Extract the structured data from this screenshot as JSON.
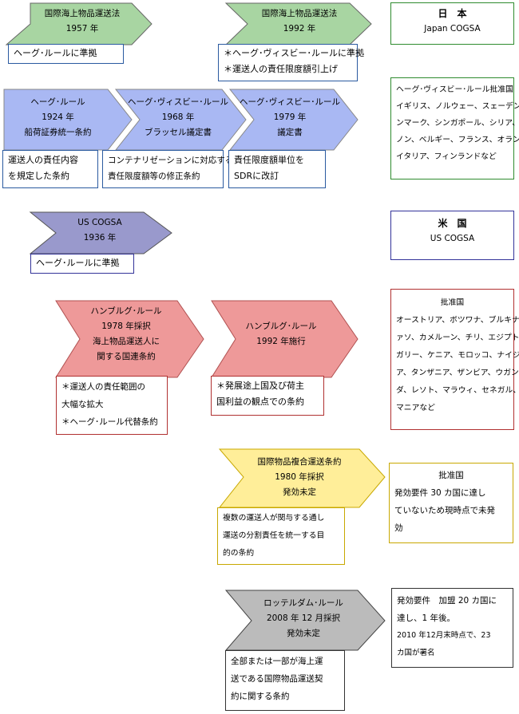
{
  "colors": {
    "green": "#a8d5a2",
    "blue": "#a9b8f3",
    "purple": "#9999cc",
    "red": "#ee9999",
    "yellow": "#ffee99",
    "gray": "#bbbbbb"
  },
  "row1": {
    "arrow1": {
      "name": "国際海上物品運送法",
      "year": "1957 年"
    },
    "note1": "ヘーグ･ルールに準拠",
    "arrow2": {
      "name": "国際海上物品運送法",
      "year": "1992 年"
    },
    "note2": [
      "＊ヘーグ･ヴィスビー･ルールに準拠",
      "＊運送人の責任限度額引上げ"
    ],
    "japan": {
      "title": "日　本",
      "sub": "Japan COGSA"
    }
  },
  "row2": {
    "hague": {
      "name": "ヘーグ･ルール",
      "year": "1924 年",
      "desc": "船荷証券統一条約"
    },
    "hague_note": [
      "運送人の責任内容",
      "を規定した条約"
    ],
    "visby": {
      "name": "ヘーグ･ヴィスビー･ルール",
      "year": "1968 年",
      "desc": "ブラッセル議定書"
    },
    "visby_note": [
      "コンテナリゼーションに対応する",
      "責任限度額等の修正条約"
    ],
    "visby79": {
      "name": "ヘーグ･ヴィスビー･ルール",
      "year": "1979 年",
      "desc": "議定書"
    },
    "visby79_note": [
      "責任限度額単位を",
      "SDRに改訂"
    ],
    "ratify": [
      "ヘーグ･ヴィスビー･ルール批准国",
      "イギリス、ノルウェー、スェーデン、デ",
      "ンマーク、シンガポール、シリア、レバ",
      "ノン、ベルギー、フランス、オランダ、",
      "イタリア、フィンランドなど"
    ]
  },
  "row3": {
    "uscogsa": {
      "name": "US COGSA",
      "year": "1936 年"
    },
    "note": "ヘーグ･ルールに準拠",
    "usa": {
      "title": "米　国",
      "sub": "US COGSA"
    }
  },
  "row4": {
    "hamburg78": {
      "name": "ハンブルグ･ルール",
      "year": "1978 年採択",
      "l3": "海上物品運送人に",
      "l4": "関する国連条約"
    },
    "hamburg78_note": [
      "＊運送人の責任範囲の",
      "大幅な拡大",
      "＊ヘーグ･ルール代替条約"
    ],
    "hamburg92": {
      "name": "ハンブルグ･ルール",
      "year": "1992 年施行"
    },
    "hamburg92_note": [
      "＊発展途上国及び荷主",
      "国利益の観点での条約"
    ],
    "ratify": [
      "批准国",
      "オーストリア、ボツワナ、ブルキナ･フ",
      "ァソ、カメルーン、チリ、エジプト、ハン",
      "ガリー、ケニア、モロッコ、ナイジェリ",
      "ア、タンザニア、ザンビア、ウガン",
      "ダ、レソト、マラウィ、セネガル、ルー",
      "マニアなど"
    ]
  },
  "row5": {
    "multimodal": {
      "name": "国際物品複合運送条約",
      "year": "1980 年採択",
      "status": "発効未定"
    },
    "note": [
      "複数の運送人が関与する通し",
      "運送の分割責任を統一する目",
      "的の条約"
    ],
    "side": [
      "批准国",
      "発効要件 30 カ国に達し",
      "ていないため現時点で未発",
      "効"
    ]
  },
  "row6": {
    "rotterdam": {
      "name": "ロッテルダム･ルール",
      "year": "2008 年 12 月採択",
      "status": "発効未定"
    },
    "note": [
      "全部または一部が海上運",
      "送である国際物品運送契",
      "約に関する条約"
    ],
    "side": [
      "発効要件　加盟 20 カ国に",
      "達し、1 年後。",
      "2010 年12月末時点で、23",
      "カ国が署名"
    ]
  }
}
